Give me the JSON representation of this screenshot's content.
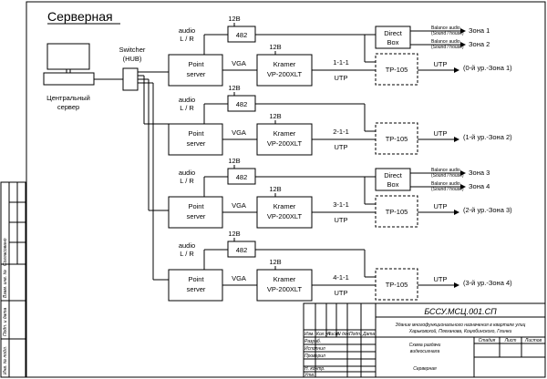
{
  "title": "Серверная",
  "central_server": {
    "line1": "Центральный",
    "line2": "сервер"
  },
  "switcher": {
    "line1": "Switcher",
    "line2": "(HUB)"
  },
  "rows": [
    {
      "power": "12В",
      "amp": "482",
      "audio1": "audio",
      "audio2": "L / R",
      "point1": "Point",
      "point2": "server",
      "vga": "VGA",
      "kramer_power": "12В",
      "kramer1": "Kramer",
      "kramer2": "VP-200XLT",
      "code": "1-1-1",
      "utp_label": "UTP",
      "tp": "TP-105",
      "utp_out": "UTP",
      "zone_out": "(0-й ур.-Зона 1)",
      "direct1": "Direct",
      "direct2": "Box",
      "bal_a": "Balance audio",
      "sh_a": "(Sound / house)",
      "zone_a": "Зона 1",
      "bal_b": "Balance audio",
      "sh_b": "(Sound / house)",
      "zone_b": "Зона 2"
    },
    {
      "power": "12В",
      "amp": "482",
      "audio1": "audio",
      "audio2": "L / R",
      "point1": "Point",
      "point2": "server",
      "vga": "VGA",
      "kramer_power": "12В",
      "kramer1": "Kramer",
      "kramer2": "VP-200XLT",
      "code": "2-1-1",
      "utp_label": "UTP",
      "tp": "TP-105",
      "utp_out": "UTP",
      "zone_out": "(1-й ур.-Зона 2)"
    },
    {
      "power": "12В",
      "amp": "482",
      "audio1": "audio",
      "audio2": "L / R",
      "point1": "Point",
      "point2": "server",
      "vga": "VGA",
      "kramer_power": "12В",
      "kramer1": "Kramer",
      "kramer2": "VP-200XLT",
      "code": "3-1-1",
      "utp_label": "UTP",
      "tp": "TP-105",
      "utp_out": "UTP",
      "zone_out": "(2-й ур.-Зона 3)",
      "direct1": "Direct",
      "direct2": "Box",
      "bal_a": "Balance audio",
      "sh_a": "(Sound / house)",
      "zone_a": "Зона 3",
      "bal_b": "Balance audio",
      "sh_b": "(Sound / house)",
      "zone_b": "Зона 4"
    },
    {
      "power": "12В",
      "amp": "482",
      "audio1": "audio",
      "audio2": "L / R",
      "point1": "Point",
      "point2": "server",
      "vga": "VGA",
      "kramer_power": "12В",
      "kramer1": "Kramer",
      "kramer2": "VP-200XLT",
      "code": "4-1-1",
      "utp_label": "UTP",
      "tp": "TP-105",
      "utp_out": "UTP",
      "zone_out": "(3-й ур.-Зона 4)"
    }
  ],
  "stamp": {
    "doc_code": "БССУ.МСЦ.001.СП",
    "project_line1": "Здание многофункционального назначения в квартале улиц",
    "project_line2": "Харьковской, Плеханова, Коцюбинского, Глинки",
    "drawing_line1": "Схема раздачи",
    "drawing_line2": "видеосигнала",
    "sheet_name": "Серверная",
    "col_izm": "Изм.",
    "col_kol": "Кол.уч",
    "col_list": "Лист",
    "col_ndok": "N док.",
    "col_podp": "Подп.",
    "col_data": "Дата",
    "razrab": "Разраб.",
    "isp": "Исполнил",
    "prov": "Проверил",
    "nkontr": "Н. контр.",
    "utv": "Утв.",
    "stadiya": "Стадия",
    "list": "Лист",
    "listov": "Листов"
  },
  "side_stamp": {
    "soglasovano": "Согласовано",
    "vzam": "Взам. инв. №",
    "podp_data": "Подп. и дата",
    "inv_podl": "Инв. № подл."
  }
}
